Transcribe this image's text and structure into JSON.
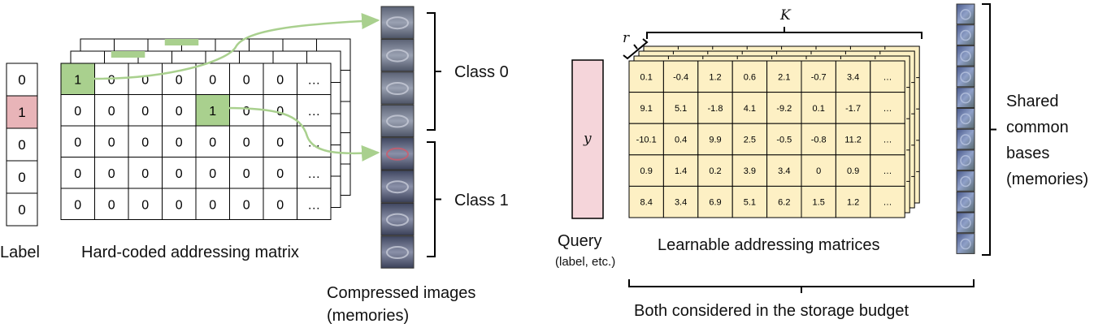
{
  "label_vector": {
    "caption": "Label",
    "values": [
      "0",
      "1",
      "0",
      "0",
      "0"
    ],
    "highlight_index": 1
  },
  "hard_matrix": {
    "caption": "Hard-coded addressing matrix",
    "rows": [
      [
        "1",
        "0",
        "0",
        "0",
        "0",
        "0",
        "0",
        "…"
      ],
      [
        "0",
        "0",
        "0",
        "0",
        "1",
        "0",
        "0",
        "…"
      ],
      [
        "0",
        "0",
        "0",
        "0",
        "0",
        "0",
        "0",
        "…"
      ],
      [
        "0",
        "0",
        "0",
        "0",
        "0",
        "0",
        "0",
        "…"
      ],
      [
        "0",
        "0",
        "0",
        "0",
        "0",
        "0",
        "0",
        "…"
      ]
    ],
    "highlighted_cells": [
      [
        0,
        0
      ],
      [
        1,
        4
      ]
    ]
  },
  "compressed_images": {
    "caption_line1": "Compressed images",
    "caption_line2": "(memories)",
    "class0": "Class 0",
    "class1": "Class 1",
    "tile_count": 8
  },
  "query": {
    "symbol": "y",
    "caption": "Query",
    "sub": "(label, etc.)"
  },
  "learnable_matrix": {
    "caption": "Learnable addressing matrices",
    "k_label": "K",
    "r_label": "r",
    "rows": [
      [
        "0.1",
        "-0.4",
        "1.2",
        "0.6",
        "2.1",
        "-0.7",
        "3.4",
        "…"
      ],
      [
        "9.1",
        "5.1",
        "-1.8",
        "4.1",
        "-9.2",
        "0.1",
        "-1.7",
        "…"
      ],
      [
        "-10.1",
        "0.4",
        "9.9",
        "2.5",
        "-0.5",
        "-0.8",
        "11.2",
        "…"
      ],
      [
        "0.9",
        "1.4",
        "0.2",
        "3.9",
        "3.4",
        "0",
        "0.9",
        "…"
      ],
      [
        "8.4",
        "3.4",
        "6.9",
        "5.1",
        "6.2",
        "1.5",
        "1.2",
        "…"
      ]
    ]
  },
  "shared_bases": {
    "line1": "Shared",
    "line2": "common",
    "line3": "bases",
    "line4": "(memories)",
    "tile_count": 12
  },
  "budget_caption": "Both considered in the storage budget",
  "colors": {
    "highlight_red": "#e8b4b8",
    "highlight_green": "#a9d08e",
    "arrow_green": "#a9d08e",
    "matrix_fill": "#fdf0c4",
    "query_fill": "#f5d5da"
  }
}
